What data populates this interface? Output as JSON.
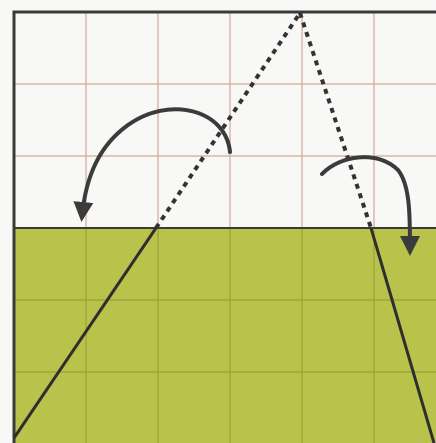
{
  "colors": {
    "paper": "#f8f8f6",
    "fill": "#b9c24a",
    "grid_upper": "#d2a79a",
    "grid_lower": "#9aa03a",
    "frame": "#3a3a3a",
    "fold_line": "#333333",
    "arrow": "#3b3b3b"
  },
  "diagram": {
    "grid_columns": 6,
    "grid_rows": 6,
    "shaded_from_row": 3,
    "fold_lines": "dotted",
    "edges": "solid",
    "arrows": [
      {
        "name": "left-fold-arrow",
        "direction": "counter-clockwise",
        "icon": "curved-arrow-down-left-icon"
      },
      {
        "name": "right-fold-arrow",
        "direction": "clockwise",
        "icon": "curved-arrow-down-right-icon"
      }
    ]
  }
}
